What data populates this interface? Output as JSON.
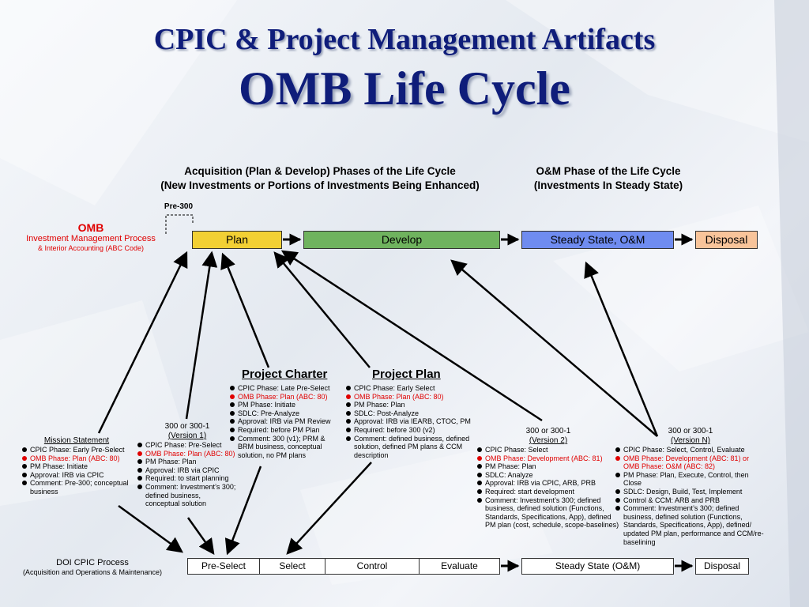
{
  "title": {
    "line1": "CPIC & Project Management Artifacts",
    "line2": "OMB Life Cycle"
  },
  "headers": {
    "acquisition_line1": "Acquisition (Plan & Develop) Phases of the Life Cycle",
    "acquisition_line2": "(New Investments or Portions of Investments Being Enhanced)",
    "om_line1": "O&M Phase of the Life Cycle",
    "om_line2": "(Investments In Steady State)"
  },
  "pre300": "Pre-300",
  "omb": {
    "title": "OMB",
    "line1": "Investment Management Process",
    "line2": "& Interior Accounting (ABC Code)"
  },
  "phases": {
    "plan": "Plan",
    "develop": "Develop",
    "steady": "Steady State, O&M",
    "disposal": "Disposal"
  },
  "colors": {
    "plan": "#f2d034",
    "develop": "#6fb35e",
    "steady": "#6f8cf0",
    "disposal": "#f8c49a",
    "title": "#0f1d7a",
    "red": "#e00000"
  },
  "artifacts": {
    "charter": {
      "title": "Project Charter",
      "items": [
        "CPIC Phase: Late Pre-Select",
        "OMB Phase: Plan (ABC: 80)",
        "PM Phase: Initiate",
        "SDLC: Pre-Analyze",
        "Approval: IRB via PM Review",
        "Required: before PM Plan",
        "Comment: 300 (v1); PRM & BRM business, conceptual solution, no PM plans"
      ]
    },
    "plan": {
      "title": "Project Plan",
      "items": [
        "CPIC Phase: Early Select",
        "OMB Phase: Plan (ABC: 80)",
        "PM Phase: Plan",
        "SDLC: Post-Analyze",
        "Approval: IRB via IEARB, CTOC, PM",
        "Required: before 300 (v2)",
        "Comment: defined business, defined solution, defined PM plans & CCM description"
      ]
    },
    "mission": {
      "title": "Mission Statement",
      "items": [
        "CPIC Phase: Early Pre-Select",
        "OMB Phase: Plan (ABC: 80)",
        "PM Phase: Initiate",
        "Approval: IRB via CPIC",
        "Comment: Pre-300; conceptual business"
      ]
    },
    "v1": {
      "title_line1": "300 or 300-1",
      "title_line2": "(Version 1)",
      "items": [
        "CPIC Phase: Pre-Select",
        "OMB Phase: Plan (ABC: 80)",
        "PM Phase: Plan",
        "Approval: IRB via CPIC",
        "Required: to start planning",
        "Comment: Investment’s  300; defined business, conceptual solution"
      ]
    },
    "v2": {
      "title_line1": "300 or 300-1",
      "title_line2": "(Version 2)",
      "items": [
        "CPIC Phase: Select",
        "OMB Phase: Development (ABC: 81)",
        "PM Phase: Plan",
        "SDLC: Analyze",
        "Approval: IRB via CPIC, ARB, PRB",
        "Required: start development",
        "Comment: Investment’s  300; defined business, defined solution (Functions, Standards, Specifications, App), defined PM plan (cost, schedule, scope-baselines)"
      ]
    },
    "vn": {
      "title_line1": "300 or 300-1",
      "title_line2": "(Version N)",
      "items": [
        "CPIC Phase: Select, Control, Evaluate",
        "OMB Phase: Development (ABC: 81) or OMB Phase: O&M (ABC: 82)",
        "PM Phase: Plan, Execute, Control, then Close",
        "SDLC: Design, Build, Test, Implement",
        "Control & CCM: ARB and PRB",
        "Comment: Investment’s  300; defined business, defined solution (Functions, Standards, Specifications, App), defined/ updated PM plan, performance and CCM/re-baselining"
      ]
    }
  },
  "doi": {
    "title": "DOI CPIC Process",
    "subtitle": "(Acquisition and Operations & Maintenance)"
  },
  "bottom": {
    "preselect": "Pre-Select",
    "select": "Select",
    "control": "Control",
    "evaluate": "Evaluate",
    "steady": "Steady State (O&M)",
    "disposal": "Disposal"
  }
}
